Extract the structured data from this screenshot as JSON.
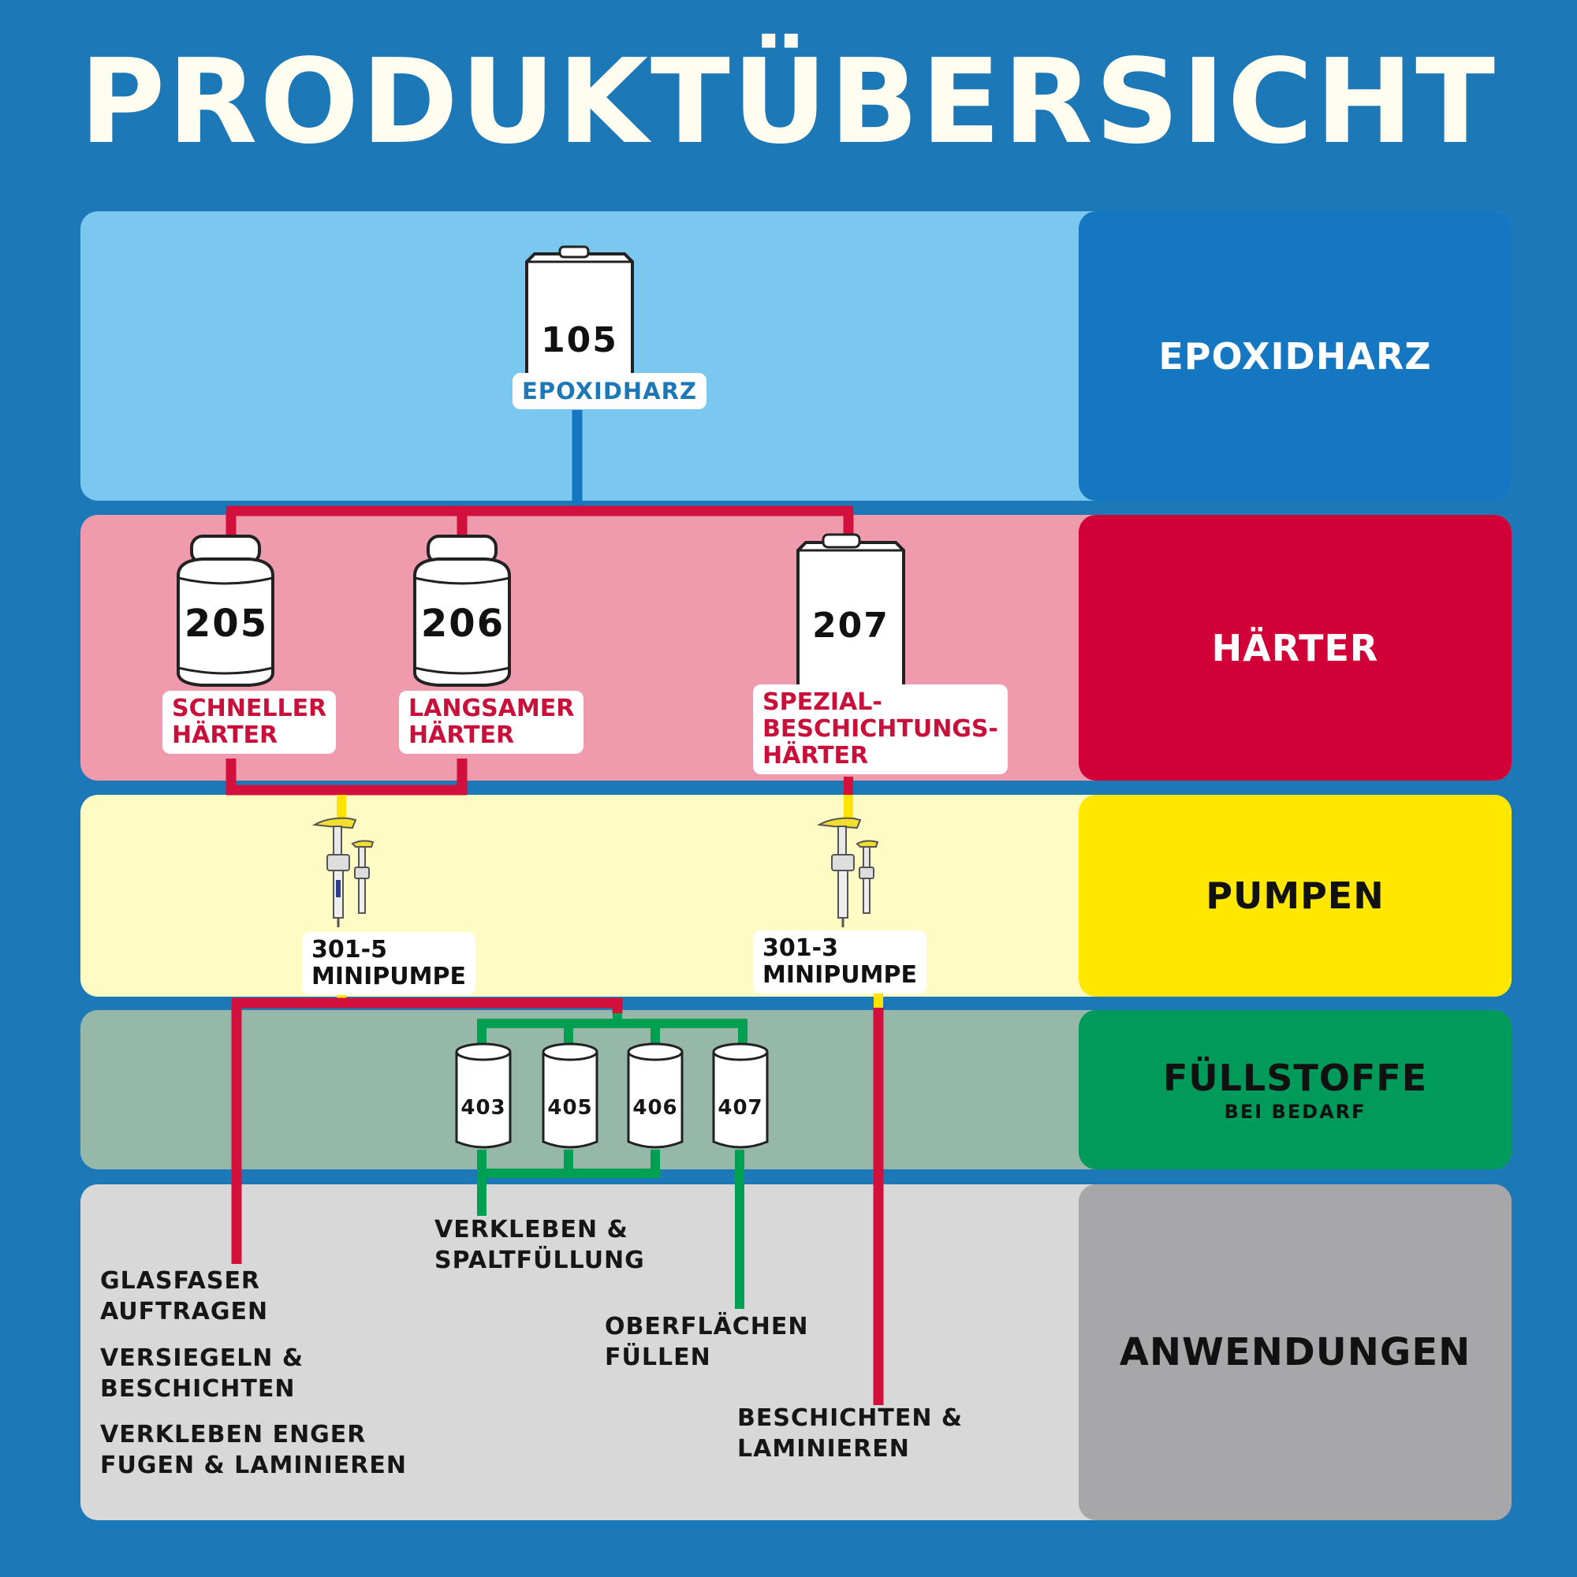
{
  "title": "PRODUKTÜBERSICHT",
  "colors": {
    "background": "#1d78b8",
    "epoxy_band": "#7ac7f0",
    "epoxy_side": "#1577c2",
    "hardener_band": "#f09aae",
    "hardener_side": "#d10037",
    "pump_band": "#fefbc4",
    "pump_side": "#ffe700",
    "filler_band": "#96b8a8",
    "filler_side": "#009a5a",
    "app_band": "#d8d8d8",
    "app_side": "#a7a7a9",
    "line_red": "#d2103b",
    "line_green": "#00a052",
    "line_yellow": "#ffe300",
    "line_blue": "#1577c2"
  },
  "categories": {
    "epoxy": "EPOXIDHARZ",
    "hardener": "HÄRTER",
    "pumps": "PUMPEN",
    "fillers": "FÜLLSTOFFE",
    "fillers_sub": "BEI BEDARF",
    "applications": "ANWENDUNGEN"
  },
  "products": {
    "resin": {
      "number": "105",
      "label": "EPOXIDHARZ",
      "icon": "rectangular-can-icon"
    },
    "hardeners": [
      {
        "number": "205",
        "label": "SCHNELLER\nHÄRTER",
        "icon": "round-can-icon"
      },
      {
        "number": "206",
        "label": "LANGSAMER\nHÄRTER",
        "icon": "round-can-icon"
      },
      {
        "number": "207",
        "label": "SPEZIAL-\nBESCHICHTUNGS-\nHÄRTER",
        "icon": "rectangular-can-icon"
      }
    ],
    "pumps": [
      {
        "label": "301-5\nMINIPUMPE",
        "icon": "dispenser-pump-icon"
      },
      {
        "label": "301-3\nMINIPUMPE",
        "icon": "dispenser-pump-icon"
      }
    ],
    "fillers": [
      {
        "number": "403",
        "icon": "filler-jar-icon"
      },
      {
        "number": "405",
        "icon": "filler-jar-icon"
      },
      {
        "number": "406",
        "icon": "filler-jar-icon"
      },
      {
        "number": "407",
        "icon": "filler-jar-icon"
      }
    ]
  },
  "applications": {
    "glass": "GLASFASER\nAUFTRAGEN",
    "seal": "VERSIEGELN &\nBESCHICHTEN",
    "bond_tight": "VERKLEBEN ENGER\nFUGEN & LAMINIEREN",
    "bond_gap": "VERKLEBEN &\nSPALTFÜLLUNG",
    "surface": "OBERFLÄCHEN\nFÜLLEN",
    "coat": "BESCHICHTEN &\nLAMINIEREN"
  }
}
